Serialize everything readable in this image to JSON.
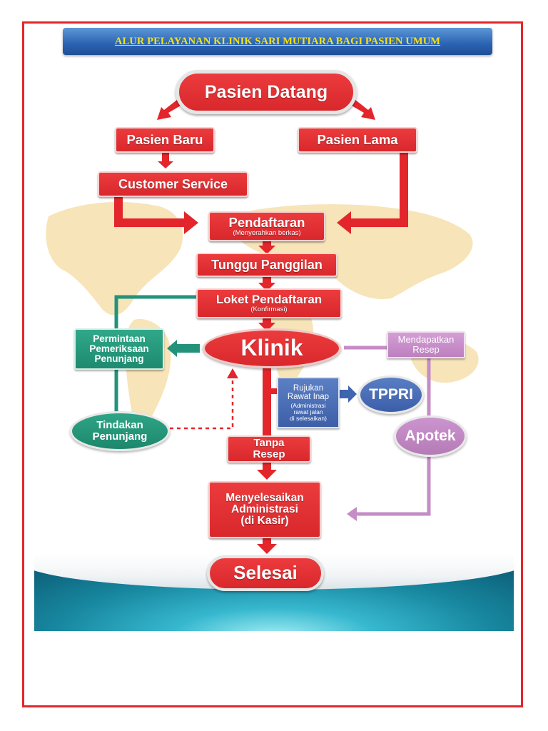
{
  "title": "ALUR PELAYANAN KLINIK SARI MUTIARA BAGI PASIEN UMUM",
  "colors": {
    "red": "#e3262b",
    "green": "#22937a",
    "purple": "#c58cc6",
    "blue": "#3f64b0",
    "title_text": "#f5e21a"
  },
  "nodes": {
    "pasien_datang": "Pasien Datang",
    "pasien_baru": "Pasien Baru",
    "pasien_lama": "Pasien Lama",
    "customer_service": "Customer Service",
    "pendaftaran": "Pendaftaran",
    "pendaftaran_sub": "(Menyerahkan berkas)",
    "tunggu_panggilan": "Tunggu Panggilan",
    "loket_pendaftaran": "Loket Pendaftaran",
    "loket_sub": "(Konfirmasi)",
    "klinik": "Klinik",
    "permintaan_1": "Permintaan",
    "permintaan_2": "Pemeriksaan",
    "permintaan_3": "Penunjang",
    "tindakan_1": "Tindakan",
    "tindakan_2": "Penunjang",
    "mendapatkan_1": "Mendapatkan",
    "mendapatkan_2": "Resep",
    "rujukan_1": "Rujukan",
    "rujukan_2": "Rawat Inap",
    "rujukan_sub_1": "(Administrasi",
    "rujukan_sub_2": "rawat jalan",
    "rujukan_sub_3": "di selesaikan)",
    "tppri": "TPPRI",
    "apotek": "Apotek",
    "tanpa_1": "Tanpa",
    "tanpa_2": "Resep",
    "menyelesaikan_1": "Menyelesaikan",
    "menyelesaikan_2": "Administrasi",
    "menyelesaikan_3": "(di Kasir)",
    "selesai": "Selesai"
  }
}
